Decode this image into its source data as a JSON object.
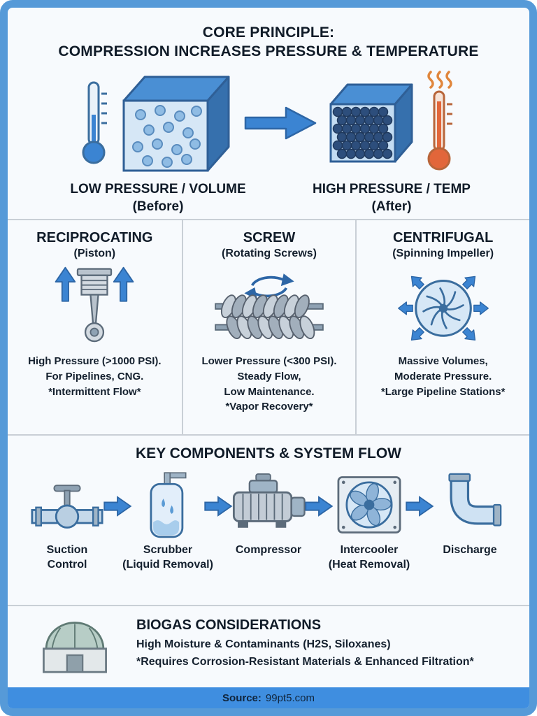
{
  "core": {
    "title1": "CORE PRINCIPLE:",
    "title2": "COMPRESSION INCREASES PRESSURE & TEMPERATURE",
    "before1": "LOW PRESSURE / VOLUME",
    "before2": "(Before)",
    "after1": "HIGH PRESSURE / TEMP",
    "after2": "(After)"
  },
  "types": [
    {
      "name": "RECIPROCATING",
      "subtitle": "(Piston)",
      "icon": "piston-icon",
      "lines": [
        "High Pressure (>1000 PSI).",
        "For Pipelines, CNG.",
        "*Intermittent Flow*"
      ]
    },
    {
      "name": "SCREW",
      "subtitle": "(Rotating Screws)",
      "icon": "rotating-screws-icon",
      "lines": [
        "Lower Pressure (<300 PSI).",
        "Steady Flow,",
        "Low Maintenance.",
        "*Vapor Recovery*"
      ]
    },
    {
      "name": "CENTRIFUGAL",
      "subtitle": "(Spinning Impeller)",
      "icon": "impeller-icon",
      "lines": [
        "Massive Volumes,",
        "Moderate Pressure.",
        "*Large Pipeline Stations*"
      ]
    }
  ],
  "flow": {
    "title": "KEY COMPONENTS & SYSTEM FLOW",
    "steps": [
      {
        "icon": "valve-icon",
        "lines": [
          "Suction",
          "Control"
        ]
      },
      {
        "icon": "scrubber-icon",
        "lines": [
          "Scrubber",
          "(Liquid Removal)"
        ]
      },
      {
        "icon": "compressor-icon",
        "lines": [
          "Compressor"
        ]
      },
      {
        "icon": "intercooler-icon",
        "lines": [
          "Intercooler",
          "(Heat Removal)"
        ]
      },
      {
        "icon": "discharge-pipe-icon",
        "lines": [
          "Discharge"
        ]
      }
    ]
  },
  "biogas": {
    "title": "BIOGAS CONSIDERATIONS",
    "lines": [
      "High Moisture & Contaminants (H2S, Siloxanes)",
      "*Requires Corrosion-Resistant Materials & Enhanced Filtration*"
    ]
  },
  "footer": {
    "source_label": "Source:",
    "source_value": "99pt5.com"
  },
  "colors": {
    "frame_border": "#569ad8",
    "accent_blue": "#3b84d2",
    "footer_bar": "#3f8ee0",
    "hot_orange": "#e2663a"
  }
}
